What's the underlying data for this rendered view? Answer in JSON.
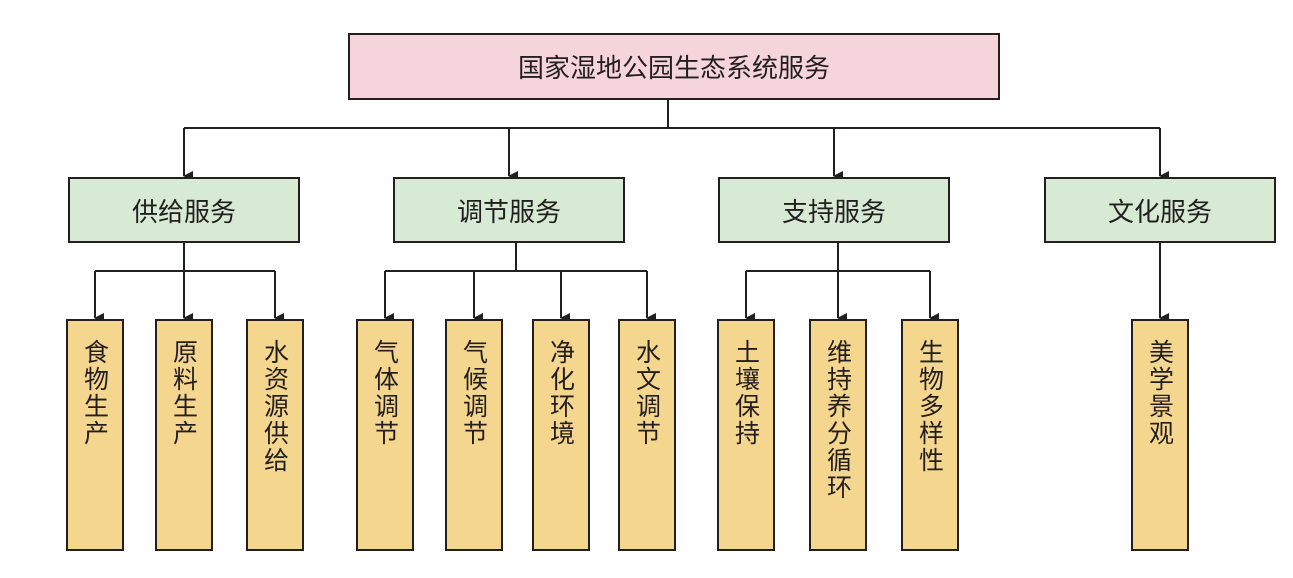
{
  "root": {
    "label": "国家湿地公园生态系统服务"
  },
  "categories": [
    {
      "label": "供给服务",
      "children": [
        "食物生产",
        "原料生产",
        "水资源供给"
      ]
    },
    {
      "label": "调节服务",
      "children": [
        "气体调节",
        "气候调节",
        "净化环境",
        "水文调节"
      ]
    },
    {
      "label": "支持服务",
      "children": [
        "土壤保持",
        "维持养分循环",
        "生物多样性"
      ]
    },
    {
      "label": "文化服务",
      "children": [
        "美学景观"
      ]
    }
  ],
  "colors": {
    "root_fill": "#f6d4dc",
    "category_fill": "#d7ead3",
    "leaf_fill": "#f5d68e",
    "stroke": "#231f20"
  }
}
